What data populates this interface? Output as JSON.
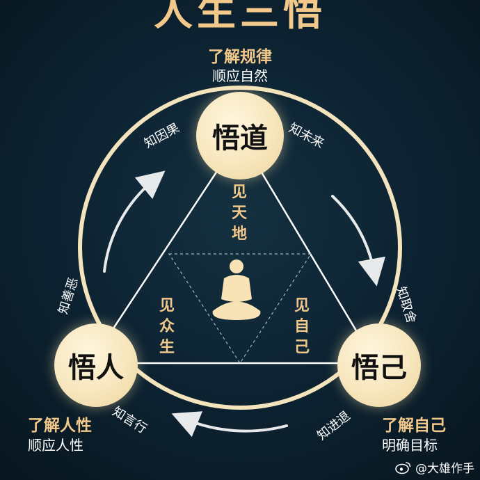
{
  "header": {
    "title": "人生三悟"
  },
  "nodes": {
    "top": "悟道",
    "left": "悟人",
    "right": "悟己"
  },
  "top_caption": {
    "line1": "了解规律",
    "line2": "顺应自然"
  },
  "left_caption": {
    "line1": "了解人性",
    "line2": "顺应人性"
  },
  "right_caption": {
    "line1": "了解自己",
    "line2": "明确目标"
  },
  "edge_labels": {
    "top_left": "知因果",
    "top_right": "知未来",
    "right_upper": "知取舍",
    "right_lower": "知进退",
    "left_lower": "知言行",
    "left_upper": "知善恶"
  },
  "inner": {
    "top": "见天地",
    "left": "见众生",
    "right": "见自己"
  },
  "watermark": {
    "text": "@大雄作手",
    "icon": "weibo-icon"
  },
  "colors": {
    "gold": "#f2c98a",
    "node": "#f7e6bd",
    "background": "#0c2130"
  }
}
